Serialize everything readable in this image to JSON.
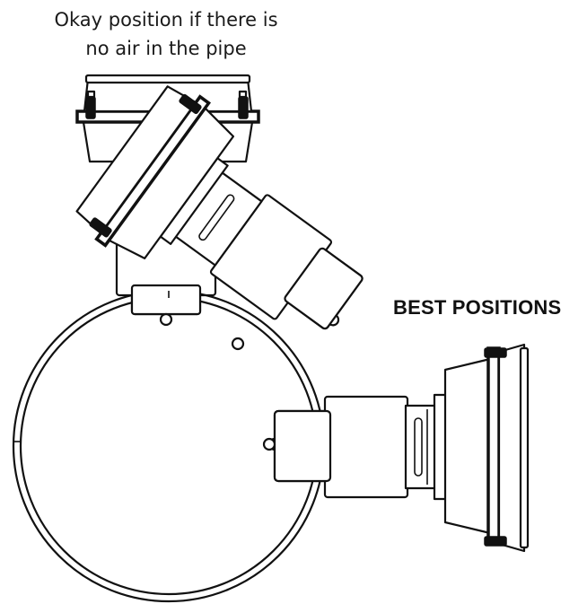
{
  "labels": {
    "okay_line1": "Okay position if there is",
    "okay_line2": "no air in the pipe",
    "best_positions": "BEST POSITIONS"
  },
  "colors": {
    "ink": "#111111",
    "background": "#ffffff"
  }
}
